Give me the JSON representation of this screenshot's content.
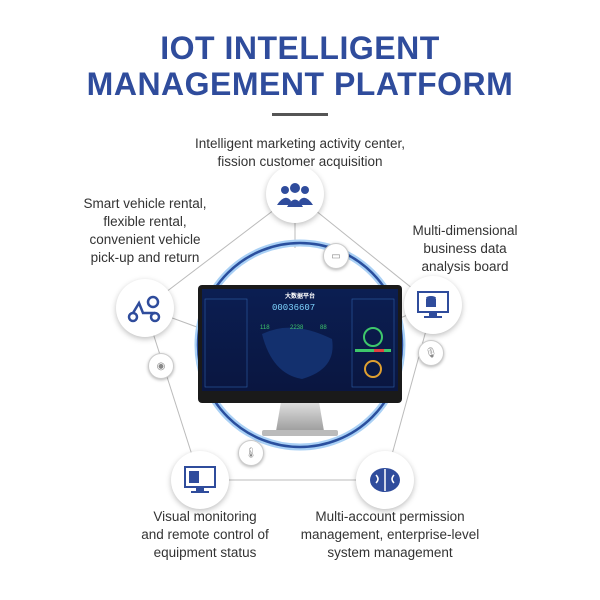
{
  "title": {
    "line1": "IOT INTELLIGENT",
    "line2": "MANAGEMENT PLATFORM"
  },
  "features": [
    {
      "id": "marketing",
      "icon": "users-icon",
      "lines": [
        "Intelligent marketing activity center,",
        "fission customer acquisition"
      ]
    },
    {
      "id": "vehicle",
      "icon": "scooter-gear-icon",
      "lines": [
        "Smart vehicle rental,",
        "flexible rental,",
        "convenient vehicle",
        "pick-up and return"
      ]
    },
    {
      "id": "analysis",
      "icon": "monitor-database-icon",
      "lines": [
        "Multi-dimensional",
        "business data",
        "analysis board"
      ]
    },
    {
      "id": "monitoring",
      "icon": "monitor-control-icon",
      "lines": [
        "Visual monitoring",
        "and remote control of",
        "equipment status"
      ]
    },
    {
      "id": "permission",
      "icon": "brain-icon",
      "lines": [
        "Multi-account permission",
        "management, enterprise-level",
        "system management"
      ]
    }
  ],
  "dashboard": {
    "title": "大数据平台",
    "counter": "00036607"
  },
  "colors": {
    "primary": "#2f4c9c",
    "ring": "#4a90d9"
  }
}
